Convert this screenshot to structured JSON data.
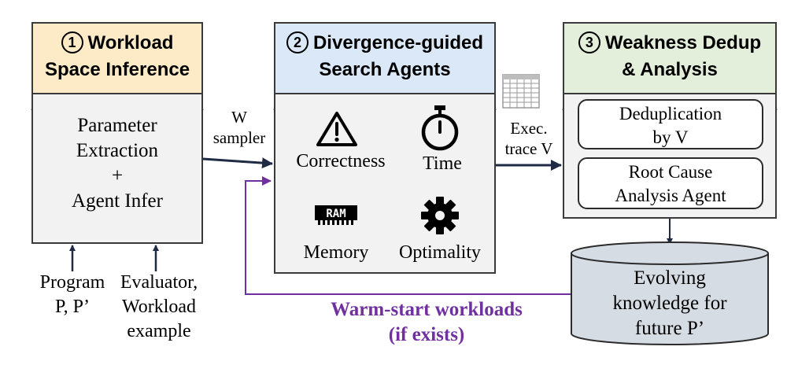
{
  "box1": {
    "num": "1",
    "title_line1": "Workload",
    "title_line2": "Space Inference",
    "content": [
      "Parameter",
      "Extraction",
      "+",
      "Agent Infer"
    ]
  },
  "box2": {
    "num": "2",
    "title_line1": "Divergence-guided",
    "title_line2": "Search Agents",
    "agents": [
      {
        "label": "Correctness",
        "icon": "warning-triangle-icon"
      },
      {
        "label": "Time",
        "icon": "stopwatch-icon"
      },
      {
        "label": "Memory",
        "icon": "ram-chip-icon"
      },
      {
        "label": "Optimality",
        "icon": "gear-icon"
      }
    ]
  },
  "box3": {
    "num": "3",
    "title_line1": "Weakness Dedup",
    "title_line2": "& Analysis",
    "items": [
      {
        "line1": "Deduplication",
        "line2": "by V"
      },
      {
        "line1": "Root Cause",
        "line2": "Analysis Agent"
      }
    ]
  },
  "inputs": {
    "program": [
      "Program",
      "P, P’"
    ],
    "evaluator": [
      "Evaluator,",
      "Workload",
      "example"
    ]
  },
  "arrows": {
    "w_sampler": [
      "W",
      "sampler"
    ],
    "exec_trace": [
      "Exec.",
      "trace V"
    ]
  },
  "database": {
    "lines": [
      "Evolving",
      "knowledge for",
      "future P’"
    ]
  },
  "feedback": {
    "line1": "Warm-start workloads",
    "line2": "(if exists)",
    "color": "#7030a0"
  },
  "colors": {
    "header1": "#fdebc8",
    "header2": "#dbe8f7",
    "header3": "#e3efda",
    "panel": "#f2f2f2",
    "arrow": "#1f2a44",
    "database": "#d6dce4"
  }
}
